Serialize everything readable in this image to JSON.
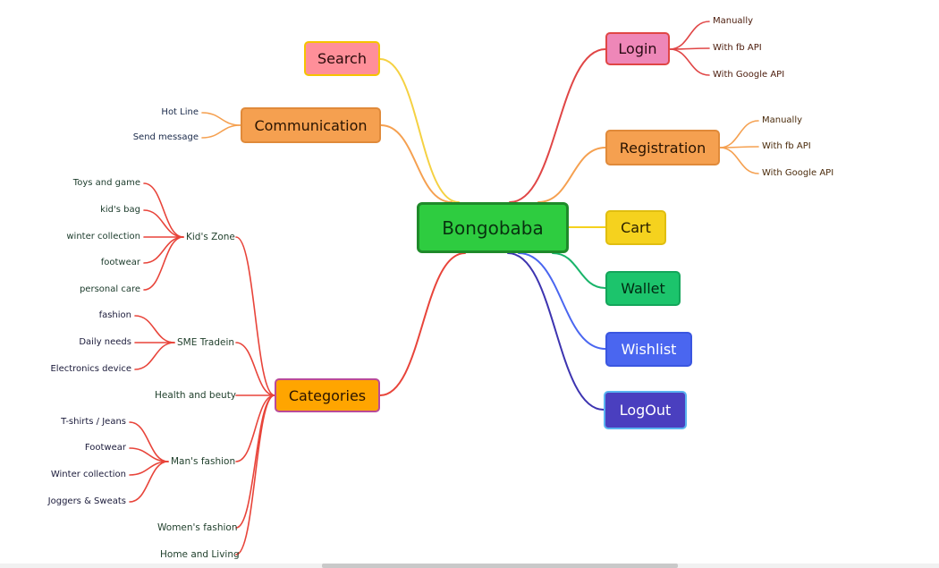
{
  "root": {
    "label": "Bongobaba",
    "color": "#2ecc40",
    "border": "#1f8a2a"
  },
  "branches": {
    "search": {
      "label": "Search",
      "fill": "#ff8f99",
      "border": "#f5c400",
      "line": "#f5d142"
    },
    "communication": {
      "label": "Communication",
      "fill": "#f5a050",
      "border": "#e08a3a",
      "line": "#f5a050",
      "leaves": [
        "Hot Line",
        "Send message"
      ]
    },
    "categories": {
      "label": "Categories",
      "fill": "#ffa500",
      "border": "#b94a9a",
      "line": "#e8443a",
      "subs": {
        "kids": {
          "label": "Kid's Zone",
          "leaves": [
            "Toys and game",
            "kid's bag",
            "winter collection",
            "footwear",
            "personal care"
          ]
        },
        "sme": {
          "label": "SME Tradein",
          "leaves": [
            "fashion",
            "Daily needs",
            "Electronics device"
          ]
        },
        "health": {
          "label": "Health and beuty"
        },
        "mans": {
          "label": "Man's fashion",
          "leaves": [
            "T-shirts / Jeans",
            "Footwear",
            "Winter collection",
            "Joggers  & Sweats"
          ]
        },
        "womens": {
          "label": "Women's fashion"
        },
        "home": {
          "label": "Home and Living"
        }
      }
    },
    "login": {
      "label": "Login",
      "fill": "#ee87b8",
      "border": "#e04646",
      "line": "#e04646",
      "leaves": [
        "Manually",
        "With fb API",
        "With Google API"
      ]
    },
    "registration": {
      "label": "Registration",
      "fill": "#f5a050",
      "border": "#e08a3a",
      "line": "#f5a050",
      "leaves": [
        "Manually",
        "With fb API",
        "With Google API"
      ]
    },
    "cart": {
      "label": "Cart",
      "fill": "#f5d21e",
      "border": "#e0be10",
      "line": "#f5d21e"
    },
    "wallet": {
      "label": "Wallet",
      "fill": "#1cc46c",
      "border": "#14a55a",
      "line": "#19b46a"
    },
    "wishlist": {
      "label": "Wishlist",
      "fill": "#4a66f0",
      "border": "#3a56e0",
      "line": "#4a66f0"
    },
    "logout": {
      "label": "LogOut",
      "fill": "#4a3fbf",
      "border": "#5ab4f0",
      "line": "#3d34b0"
    }
  }
}
